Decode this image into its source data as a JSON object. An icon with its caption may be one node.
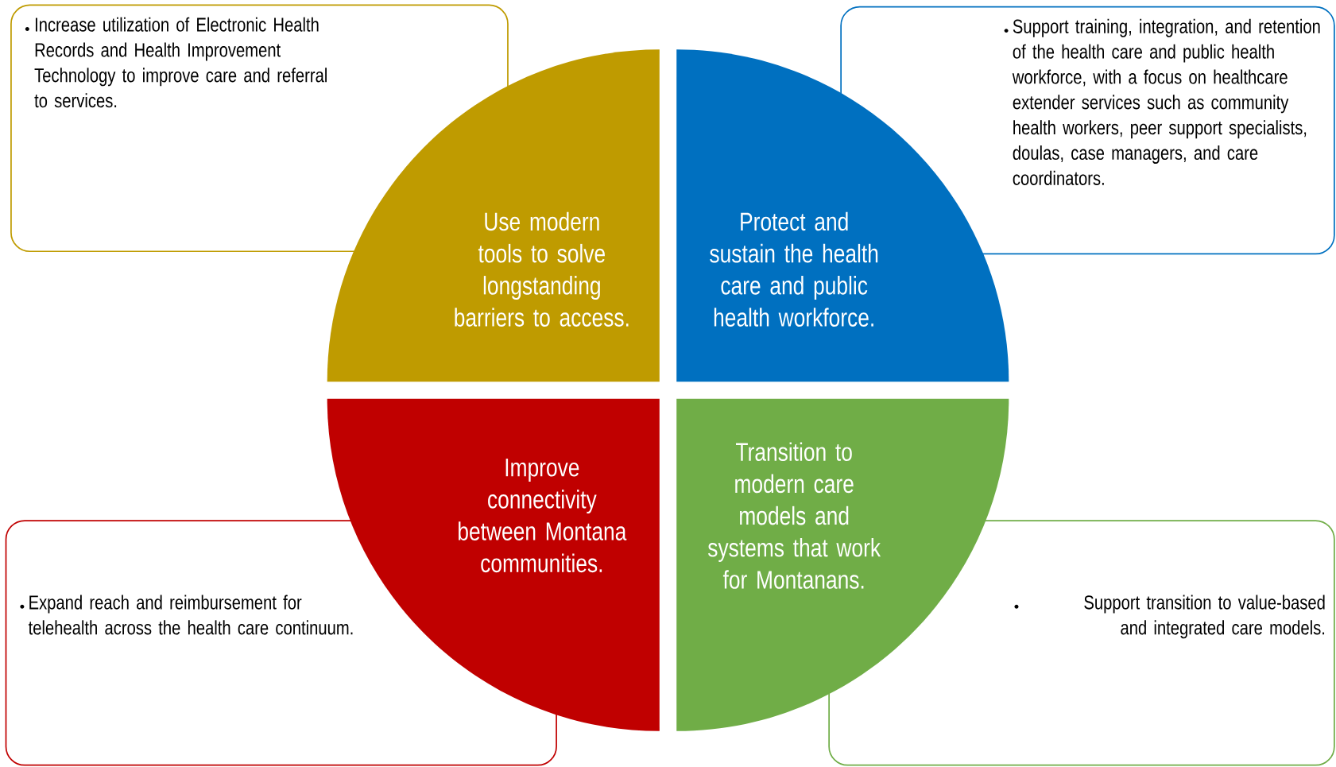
{
  "diagram": {
    "nodes": [
      {
        "text": [
          "Increase utilization of Electronic Health Records and Health Improvement Technology to improve care and referral to services."
        ]
      },
      {
        "text": [
          "Support training, integration, and retention of the health care and public health workforce, with a focus on healthcare extender services such as community health workers, peer support specialists, doulas,  case managers, and care coordinators."
        ]
      },
      {
        "text": [
          "Use modern tools to solve longstanding barriers to access."
        ]
      },
      {
        "text": [
          "Protect and sustain the health care and public health workforce."
        ]
      },
      {
        "text": [
          "Improve connectivity between Montana communities."
        ]
      },
      {
        "text": [
          "Transition to modern care models and systems that work for Montanans."
        ]
      },
      {
        "text": [
          "Expand reach and reimbursement for telehealth across the health care continuum."
        ]
      },
      {
        "text": [
          "Support transition to value-based and integrated care models."
        ]
      }
    ]
  }
}
